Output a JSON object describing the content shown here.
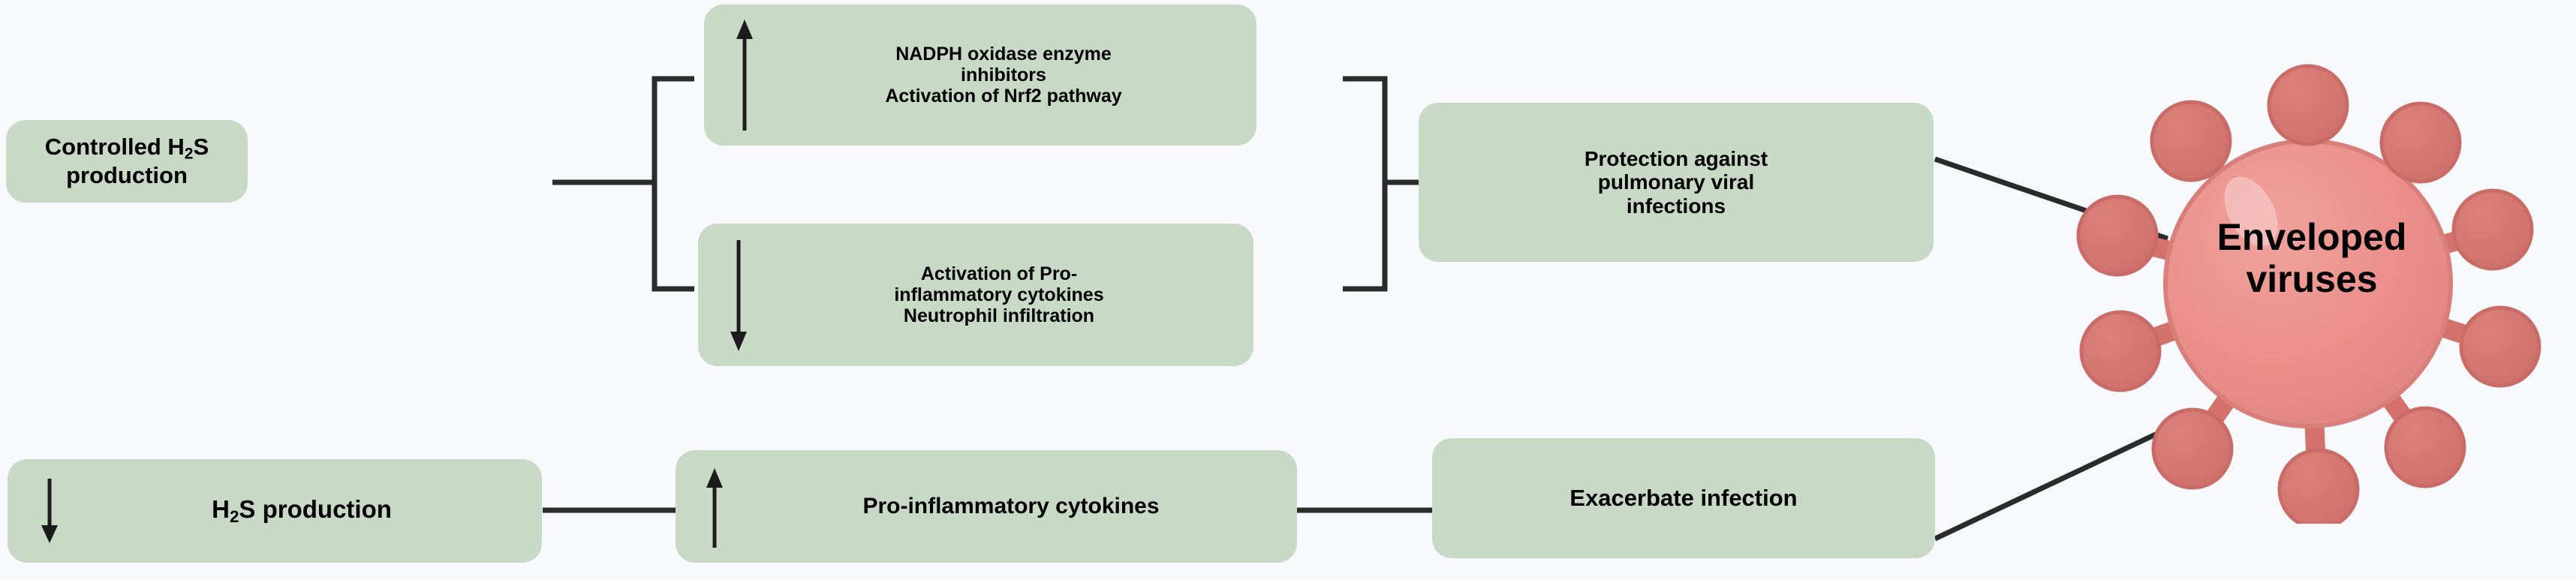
{
  "diagram": {
    "title": "Controlled vs reduced H2S production effects on enveloped viruses",
    "background_color": "#f8f9fd",
    "box_color": "#c8d9c5",
    "connector_color": "#2b2b2b",
    "virus_body_color": "#eb8f8b",
    "virus_spike_color": "#d4716d"
  },
  "nodes": {
    "controlled_h2s": {
      "name": "controlled-h2s-production",
      "line1_pre": "Controlled H",
      "line1_sub": "2",
      "line1_post": "S",
      "line2": "production"
    },
    "nadph": {
      "name": "nadph-oxidase-inhibitors",
      "arrow": "up-arrow-icon",
      "line1": "NADPH oxidase enzyme",
      "line2": "inhibitors",
      "line3": "Activation of Nrf2 pathway"
    },
    "cytokines_down": {
      "name": "pro-inflammatory-cytokines-down",
      "arrow": "down-arrow-icon",
      "line1": "Activation of Pro-",
      "line2": "inflammatory cytokines",
      "line3": "Neutrophil infiltration"
    },
    "protection": {
      "name": "protection-against-pulmonary-viral-infections",
      "line1": "Protection against",
      "line2": "pulmonary viral",
      "line3": "infections"
    },
    "h2s_down": {
      "name": "reduced-h2s-production",
      "arrow": "down-arrow-icon",
      "line1_pre": "H",
      "line1_sub": "2",
      "line1_post": "S production"
    },
    "proinflammatory_up": {
      "name": "pro-inflammatory-cytokines-up",
      "arrow": "up-arrow-icon",
      "line1": "Pro-inflammatory cytokines"
    },
    "exacerbate": {
      "name": "exacerbate-infection",
      "line1": "Exacerbate infection"
    },
    "virus": {
      "name": "enveloped-viruses",
      "line1": "Enveloped",
      "line2": "viruses"
    }
  },
  "connectors": [
    {
      "name": "controlled-to-split-bracket",
      "type": "bracket-right-split",
      "from": "controlled_h2s",
      "to": [
        "nadph",
        "cytokines_down"
      ]
    },
    {
      "name": "merge-bracket-to-protection",
      "type": "bracket-left-merge",
      "from": [
        "nadph",
        "cytokines_down"
      ],
      "to": "protection"
    },
    {
      "name": "protection-to-virus",
      "type": "diagonal-line",
      "from": "protection",
      "to": "virus"
    },
    {
      "name": "h2sdown-to-proinflammatory",
      "type": "straight-line",
      "from": "h2s_down",
      "to": "proinflammatory_up"
    },
    {
      "name": "proinflammatory-to-exacerbate",
      "type": "straight-line",
      "from": "proinflammatory_up",
      "to": "exacerbate"
    },
    {
      "name": "exacerbate-to-virus",
      "type": "diagonal-line",
      "from": "exacerbate",
      "to": "virus"
    }
  ]
}
